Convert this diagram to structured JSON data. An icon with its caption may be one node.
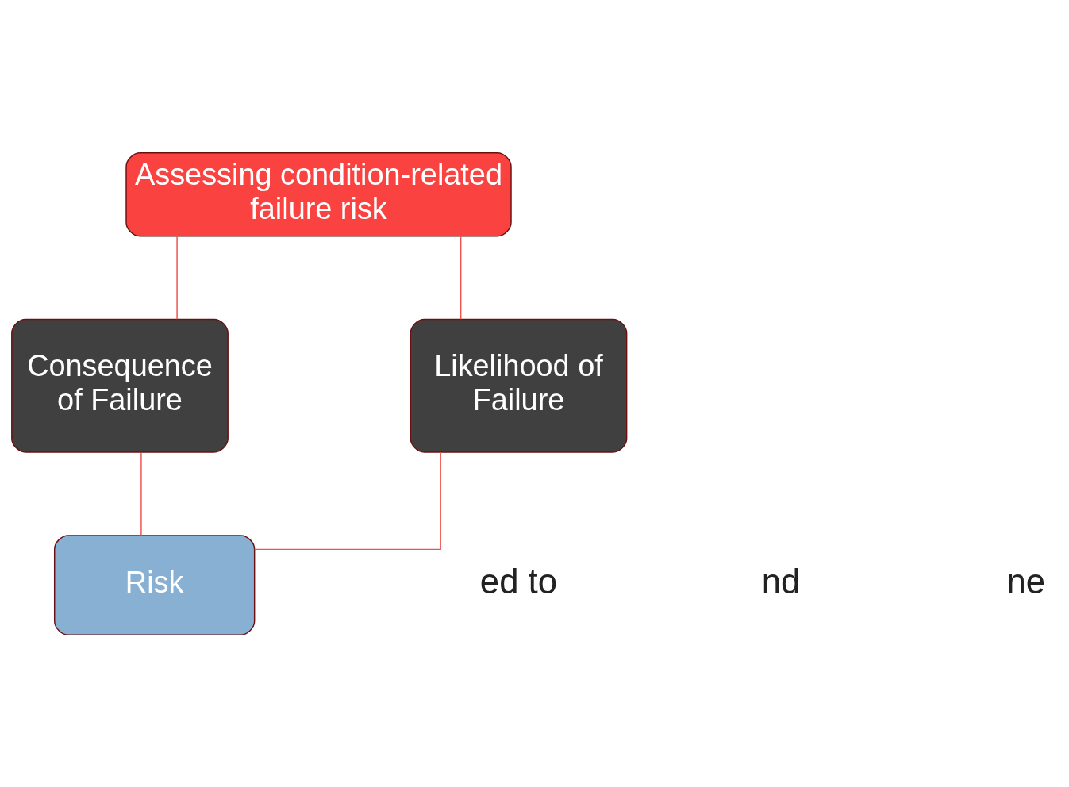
{
  "diagram": {
    "nodes": [
      {
        "text": [
          "Assessing condition-related failure risk"
        ]
      },
      {
        "text": [
          "Likelihood of Failure"
        ]
      },
      {
        "text": [
          "Consequence of Failure"
        ]
      },
      {
        "text": [
          "Risk"
        ]
      }
    ],
    "edges": [
      {
        "from": 0,
        "to": 1,
        "arrow": "none"
      },
      {
        "from": 0,
        "to": 2,
        "arrow": "none"
      },
      {
        "from": 1,
        "to": 3,
        "arrow": "none"
      },
      {
        "from": 2,
        "to": 3,
        "arrow": "none"
      }
    ],
    "labels": [
      "ed to",
      "nd",
      "ne"
    ]
  }
}
